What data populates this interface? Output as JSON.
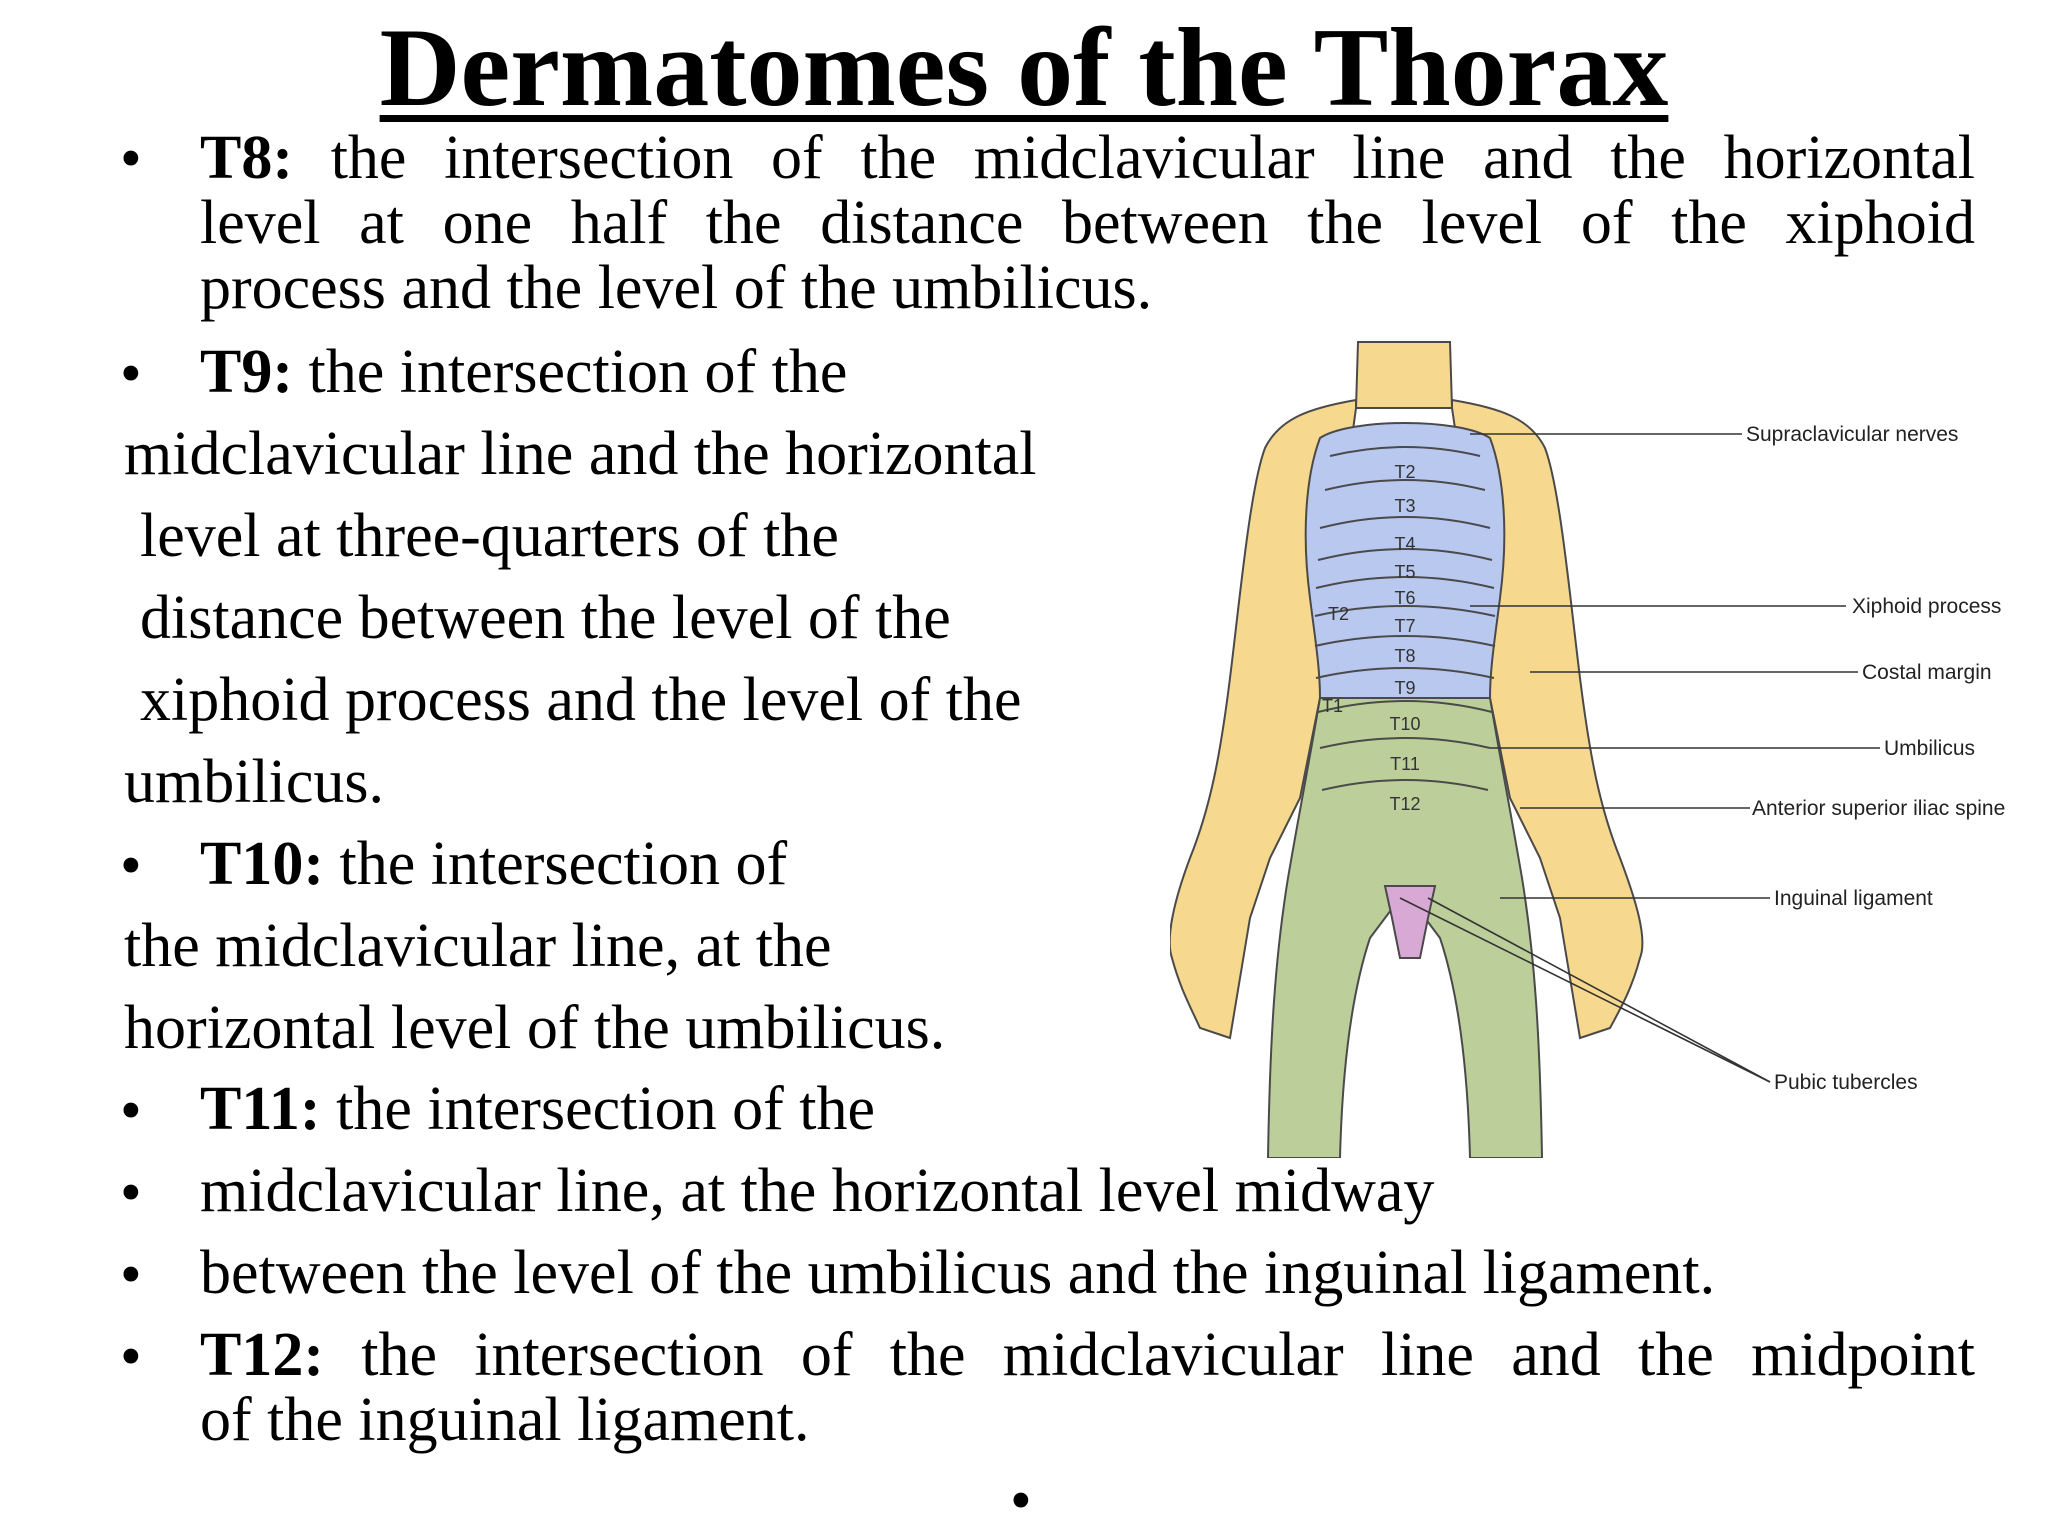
{
  "title": "Dermatomes of the Thorax",
  "t8": {
    "label": "T8:",
    "line1": "the intersection of the midclavicular line and the horizontal",
    "line2": "level at one half the distance between the level of the xiphoid",
    "line3": "process and the level of the umbilicus."
  },
  "t9": {
    "label": "T9:",
    "line1": "the intersection of the",
    "line2": "midclavicular line and the horizontal",
    "line3": "level at three-quarters of the",
    "line4": "distance between the level of the",
    "line5": "xiphoid process and the level of the",
    "line6": "umbilicus."
  },
  "t10": {
    "label": "T10:",
    "line1": "the intersection of",
    "line2": "the midclavicular line, at the",
    "line3": "horizontal level of the umbilicus."
  },
  "t11": {
    "label": "T11:",
    "line1": "the intersection of the",
    "line2": "midclavicular line, at the horizontal level midway",
    "line3": "between the level of the umbilicus and the inguinal ligament."
  },
  "t12": {
    "label": "T12:",
    "line1": "the intersection of the midclavicular line and the midpoint",
    "line2": "of the inguinal ligament."
  },
  "bullet": "•",
  "figure": {
    "labels": {
      "supraclavicular": "Supraclavicular nerves",
      "xiphoid": "Xiphoid process",
      "costal": "Costal margin",
      "umbilicus": "Umbilicus",
      "asis": "Anterior superior iliac spine",
      "inguinal": "Inguinal ligament",
      "pubic": "Pubic tubercles"
    },
    "segments": [
      "T2",
      "T3",
      "T4",
      "T5",
      "T6",
      "T7",
      "T8",
      "T9",
      "T10",
      "T11",
      "T12"
    ],
    "arm_t1": "T1",
    "arm_t2": "T2",
    "colors": {
      "yellow": "#f6d98e",
      "blue": "#b9c8ee",
      "green": "#bccf9a",
      "pink": "#d9a9d6",
      "line": "#4a4a4a"
    }
  }
}
